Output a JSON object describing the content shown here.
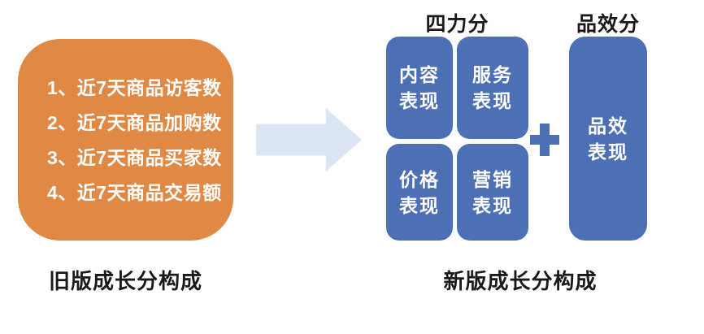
{
  "colors": {
    "orange": "#DF8945",
    "blue": "#4D6FB5",
    "arrow": "#DCE6F2",
    "label": "#1A1A1A",
    "white": "#FFFFFF"
  },
  "old_panel": {
    "items": [
      "1、近7天商品访客数",
      "2、近7天商品加购数",
      "3、近7天商品买家数",
      "4、近7天商品交易额"
    ],
    "caption": "旧版成长分构成"
  },
  "arrow": {
    "icon": "right-arrow"
  },
  "new_panel": {
    "four_force_label": "四力分",
    "pinxiao_label": "品效分",
    "boxes": {
      "content": "内容\n表现",
      "service": "服务\n表现",
      "price": "价格\n表现",
      "marketing": "营销\n表现",
      "pinxiao": "品效\n表现"
    },
    "plus": "+",
    "caption": "新版成长分构成"
  }
}
